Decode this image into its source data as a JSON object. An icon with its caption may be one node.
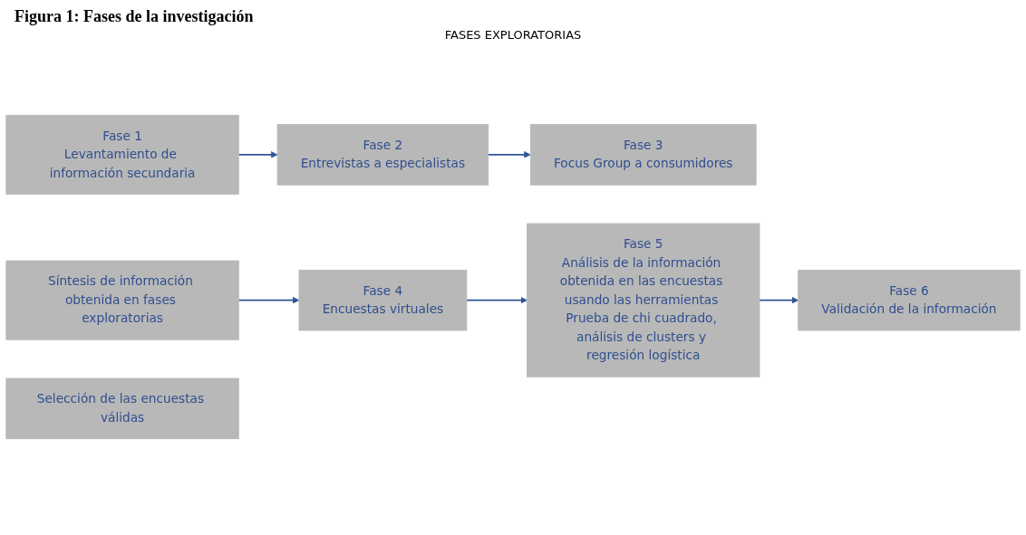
{
  "diagram": {
    "title": "Figura 1: Fases de la investigación",
    "nodes": [
      {
        "text": [
          "Fase 1",
          "Levantamiento de información secundaria"
        ]
      },
      {
        "text": [
          "Fase 2",
          "Entrevistas a especialistas"
        ]
      },
      {
        "text": [
          "Fase 3",
          "Focus Group a consumidores"
        ]
      },
      {
        "text": [
          "Síntesis de información obtenida en fases exploratorias"
        ]
      },
      {
        "text": [
          "Fase 4",
          "Encuestas virtuales"
        ]
      },
      {
        "text": [
          "Selección de las encuestas válidas"
        ]
      },
      {
        "text": [
          "Fase 5",
          "Análisis de la información obtenida en las encuestas usando las herramientas Prueba de chi cuadrado, análisis de clusters y regresión logística"
        ]
      },
      {
        "text": [
          "Fase 6",
          "Validación de la información"
        ]
      }
    ],
    "edges": [
      {
        "from": 0,
        "to": 1,
        "arrow": "to"
      },
      {
        "from": 1,
        "to": 2,
        "arrow": "to"
      },
      {
        "from": 3,
        "to": 4,
        "arrow": "to"
      },
      {
        "from": 4,
        "to": 6,
        "arrow": "to"
      },
      {
        "from": 6,
        "to": 7,
        "arrow": "to"
      }
    ],
    "labels": [
      "FASES EXPLORATORIAS"
    ]
  }
}
